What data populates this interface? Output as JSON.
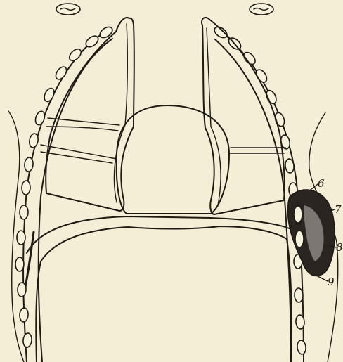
{
  "labels": [
    "6",
    "7",
    "8",
    "9"
  ],
  "colors": {
    "paper": "#f4eed6",
    "ink": "#1e1a14",
    "effusion_fill": "#2a2520",
    "effusion_speckle": "#8b8680"
  }
}
